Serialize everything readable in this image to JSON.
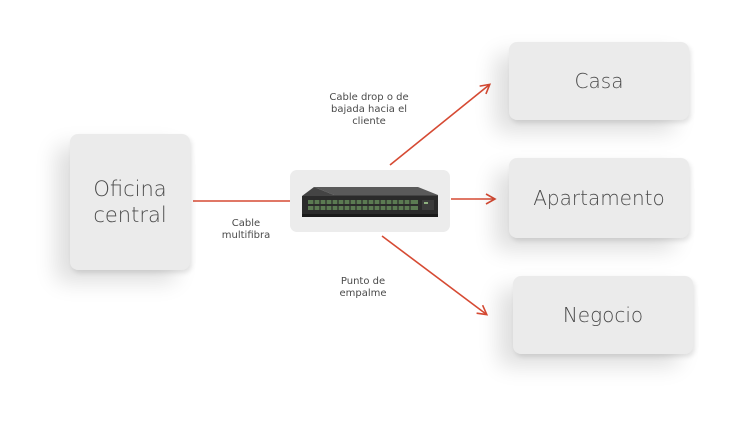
{
  "colors": {
    "connector": "#d64a33",
    "box": "#ebebeb",
    "text": "#4a4a4a"
  },
  "nodes": {
    "central": {
      "line1": "Oficina",
      "line2": "central"
    },
    "casa": "Casa",
    "apartamento": "Apartamento",
    "negocio": "Negocio"
  },
  "labels": {
    "drop": {
      "line1": "Cable drop o de",
      "line2": "bajada hacia el",
      "line3": "cliente"
    },
    "multifibra": {
      "line1": "Cable",
      "line2": "multifibra"
    },
    "punto": {
      "line1": "Punto de",
      "line2": "empalme"
    }
  },
  "device": {
    "icon": "network-switch-icon"
  }
}
